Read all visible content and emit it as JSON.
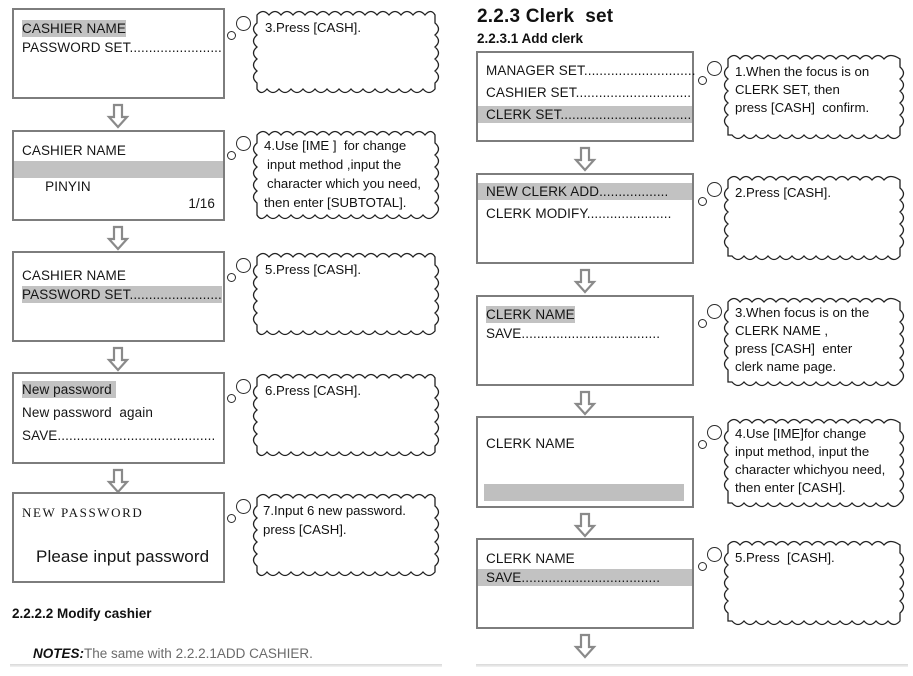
{
  "headings": {
    "section_title": "2.2.3 Clerk  set",
    "subsection_title": "2.2.3.1 Add clerk"
  },
  "notes": {
    "title": "2.2.2.2 Modify cashier",
    "label": "NOTES:",
    "text": "The same with 2.2.2.1ADD CASHIER."
  },
  "colors": {
    "highlight": "#c2c2c2",
    "panel_border": "#7d7d7d",
    "arrow_outline": "#8a8a8a",
    "note_body": "#6b6b6b"
  },
  "left_column": {
    "screens": [
      {
        "name": "cashier-name-password-set",
        "lines": [
          {
            "text": "CASHIER NAME",
            "highlight": true
          },
          {
            "text": "PASSWORD SET........................",
            "highlight": false
          }
        ]
      },
      {
        "name": "cashier-name-pinyin",
        "lines": [
          {
            "text": "CASHIER NAME",
            "highlight": false
          },
          {
            "text": "PINYIN",
            "highlight": true,
            "right": "1/16"
          }
        ]
      },
      {
        "name": "cashier-name-password-set-focused",
        "lines": [
          {
            "text": "CASHIER NAME",
            "highlight": false
          },
          {
            "text": "PASSWORD SET........................",
            "highlight": true
          }
        ]
      },
      {
        "name": "new-password-save",
        "lines": [
          {
            "text": "New password",
            "highlight": true
          },
          {
            "text": "New password  again",
            "highlight": false
          },
          {
            "text": "SAVE.........................................",
            "highlight": false
          }
        ]
      },
      {
        "name": "new-password-entry",
        "lines": [
          {
            "text": "NEW PASSWORD",
            "highlight": false,
            "serif": true
          },
          {
            "text": "Please input password",
            "highlight": false,
            "big": true
          }
        ]
      }
    ],
    "callouts": [
      {
        "name": "step-3",
        "lines": [
          "3.Press [CASH]."
        ]
      },
      {
        "name": "step-4",
        "lines": [
          "4.Use [IME ]  for change",
          "input method ,input the",
          "character which you need,",
          "then enter [SUBTOTAL]."
        ]
      },
      {
        "name": "step-5",
        "lines": [
          "5.Press [CASH]."
        ]
      },
      {
        "name": "step-6",
        "lines": [
          "6.Press [CASH]."
        ]
      },
      {
        "name": "step-7",
        "lines": [
          "7.Input 6 new password.",
          "press [CASH]."
        ]
      }
    ]
  },
  "right_column": {
    "screens": [
      {
        "name": "manager-cashier-clerk-set",
        "lines": [
          {
            "text": "MANAGER SET.............................",
            "highlight": false
          },
          {
            "text": "CASHIER SET..............................",
            "highlight": false
          },
          {
            "text": "CLERK SET..................................",
            "highlight": true
          }
        ]
      },
      {
        "name": "new-clerk-add-modify",
        "lines": [
          {
            "text": "NEW CLERK ADD..................",
            "highlight": true
          },
          {
            "text": "CLERK MODIFY......................",
            "highlight": false
          }
        ]
      },
      {
        "name": "clerk-name-save",
        "lines": [
          {
            "text": "CLERK NAME",
            "highlight": true
          },
          {
            "text": "SAVE....................................",
            "highlight": false
          }
        ]
      },
      {
        "name": "clerk-name-input",
        "lines": [
          {
            "text": "CLERK NAME",
            "highlight": false
          }
        ],
        "input_bar": true
      },
      {
        "name": "clerk-name-save-focused",
        "lines": [
          {
            "text": "CLERK NAME",
            "highlight": false
          },
          {
            "text": "SAVE....................................",
            "highlight": true
          }
        ]
      }
    ],
    "callouts": [
      {
        "name": "step-1",
        "lines": [
          "1.When the focus is on",
          "CLERK SET, then",
          "press [CASH]  confirm."
        ]
      },
      {
        "name": "step-2",
        "lines": [
          "2.Press [CASH]."
        ]
      },
      {
        "name": "step-3",
        "lines": [
          "3.When focus is on the",
          "CLERK NAME ,",
          "press [CASH]  enter",
          "clerk name page."
        ]
      },
      {
        "name": "step-4",
        "lines": [
          "4.Use [IME]for change",
          "input method, input the",
          "character whichyou need,",
          "then enter [CASH]."
        ]
      },
      {
        "name": "step-5",
        "lines": [
          "5.Press  [CASH]."
        ]
      }
    ]
  }
}
